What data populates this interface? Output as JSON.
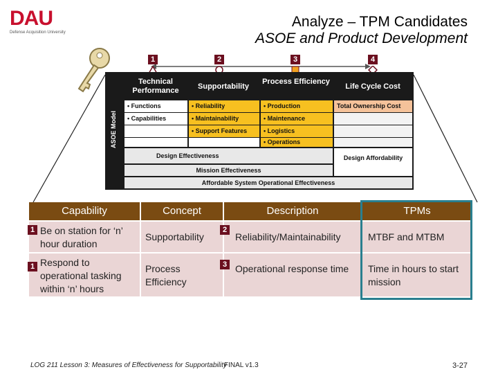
{
  "logo": {
    "text": "DAU",
    "subtitle": "Defense Acquisition University"
  },
  "title": {
    "line1": "Analyze – TPM Candidates",
    "line2": "ASOE and Product Development"
  },
  "markers": [
    "1",
    "2",
    "3",
    "4"
  ],
  "diagram": {
    "side_label": "ASOE Model",
    "headers": [
      "Technical Performance",
      "Supportability",
      "Process Efficiency",
      "Life Cycle Cost"
    ],
    "col1": [
      "• Functions",
      "• Capabilities"
    ],
    "col2": [
      "• Reliability",
      "• Maintainability",
      "• Support Features"
    ],
    "col3": [
      "• Production",
      "• Maintenance",
      "• Logistics",
      "• Operations"
    ],
    "col4": [
      "Total Ownership Cost"
    ],
    "design_effectiveness": "Design Effectiveness",
    "design_affordability": "Design Affordability",
    "mission_effectiveness": "Mission Effectiveness",
    "affordable_system": "Affordable System Operational Effectiveness"
  },
  "table": {
    "headers": [
      "Capability",
      "Concept",
      "Description",
      "TPMs"
    ],
    "rows": [
      {
        "cap_num": "1",
        "capability": "Be on station for ‘n’ hour duration",
        "concept": "Supportability",
        "desc_num": "2",
        "description": "Reliability/Maintainability",
        "tpms": "MTBF and MTBM"
      },
      {
        "cap_num": "1",
        "capability": "Respond to operational tasking within ‘n’ hours",
        "concept": "Process Efficiency",
        "desc_num": "3",
        "description": "Operational response time",
        "tpms": "Time in hours to start mission"
      }
    ]
  },
  "footer": {
    "text": "LOG 211 Lesson 3: Measures of Effectiveness for Supportability",
    "overlay": "FINAL v1.3",
    "page": "3-27"
  },
  "colors": {
    "brand_red": "#c8102e",
    "marker": "#6b0f1f",
    "header_brown": "#7a4b12",
    "row_pink": "#ead5d5",
    "highlight_teal": "#2a7f8f",
    "yellow": "#f7c020"
  }
}
